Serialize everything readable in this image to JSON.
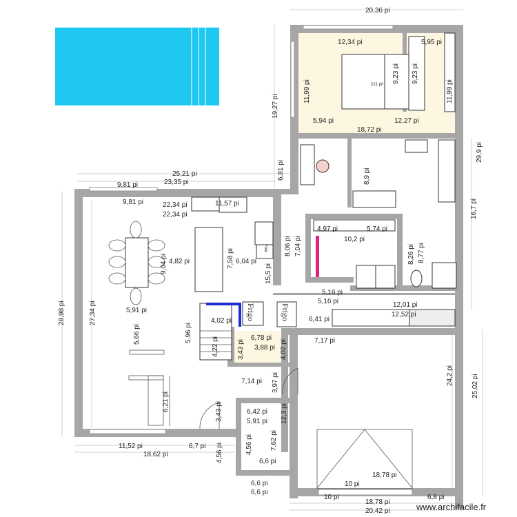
{
  "plan": {
    "colors": {
      "wall": "#a6a6a6",
      "pool": "#1ec8f0",
      "room_highlight": "#fdf7e1",
      "radiator": "#e0207a",
      "stair_rail": "#1a2fd0"
    },
    "watermark": "www.archifacile.fr",
    "fixtures": {
      "fridge_1": "Frigo",
      "fridge_2": "Frigo",
      "oven": "Four",
      "bed_area": "221 pi²"
    },
    "dimensions": [
      "20,36 pi",
      "12,34 pi",
      "5,95 pi",
      "11,99 pi",
      "9,23 pi",
      "9,23 pi",
      "11,99 pi",
      "19,27 pi",
      "5,94 pi",
      "12,27 pi",
      "18,72 pi",
      "29,9 pi",
      "6,81 pi",
      "8,9 pi",
      "25,21 pi",
      "23,35 pi",
      "9,81 pi",
      "9,81 pi",
      "22,34 pi",
      "22,34 pi",
      "11,57 pi",
      "4,82 pi",
      "9,04 pi",
      "7,58 pi",
      "6,04 pi",
      "15,5 pi",
      "8,06 pi",
      "7,04 pi",
      "4,97 pi",
      "5,74 pi",
      "10,2 pi",
      "8,26 pi",
      "8,77 pi",
      "16,7 pi",
      "5,16 pi",
      "5,16 pi",
      "12,01 pi",
      "12,52 pi",
      "6,41 pi",
      "7,17 pi",
      "28,98 pi",
      "27,34 pi",
      "5,91 pi",
      "5,66 pi",
      "4,02 pi",
      "5,96 pi",
      "4,22 pi",
      "6,78 pi",
      "3,88 pi",
      "3,43 pi",
      "4,02 pi",
      "7,14 pi",
      "3,97 pi",
      "24,2 pi",
      "25,02 pi",
      "6,21 pi",
      "3,43 pi",
      "6,42 pi",
      "5,91 pi",
      "12,3 pi",
      "7,62 pi",
      "4,56 pi",
      "6,6 pi",
      "11,52 pi",
      "18,62 pi",
      "6,7 pi",
      "4,56 pi",
      "18,78 pi",
      "10 pi",
      "6,6 pi",
      "6,6 pi",
      "10 pi",
      "6,8 pi",
      "18,78 pi",
      "20,42 pi"
    ]
  }
}
